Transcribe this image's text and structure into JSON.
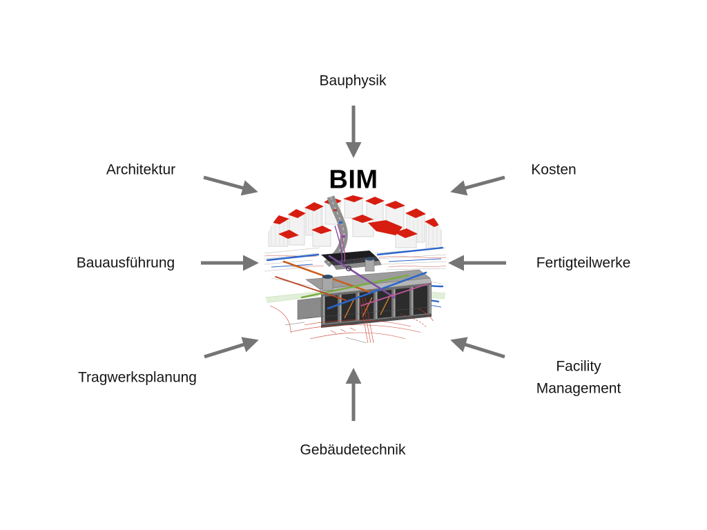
{
  "title": "BIM",
  "nodes": [
    {
      "id": "bauphysik",
      "label": "Bauphysik",
      "position": "top"
    },
    {
      "id": "architektur",
      "label": "Architektur",
      "position": "top-left"
    },
    {
      "id": "kosten",
      "label": "Kosten",
      "position": "top-right"
    },
    {
      "id": "bauausfuehrung",
      "label": "Bauausführung",
      "position": "left"
    },
    {
      "id": "fertigteilwerke",
      "label": "Fertigteilwerke",
      "position": "right"
    },
    {
      "id": "tragwerksplanung",
      "label": "Tragwerksplanung",
      "position": "bottom-left"
    },
    {
      "id": "facility-management",
      "label": "Facility Management",
      "position": "bottom-right"
    },
    {
      "id": "gebaeudetechnik",
      "label": "Gebäudetechnik",
      "position": "bottom"
    }
  ],
  "colors": {
    "background": "#ffffff",
    "text": "#151515",
    "title": "#000000",
    "arrow": "#757575",
    "roof_red": "#d61d10",
    "pipe_blue": "#2a66cc",
    "plan_red": "#c8392c",
    "building_gray": "#8a8a8a"
  }
}
